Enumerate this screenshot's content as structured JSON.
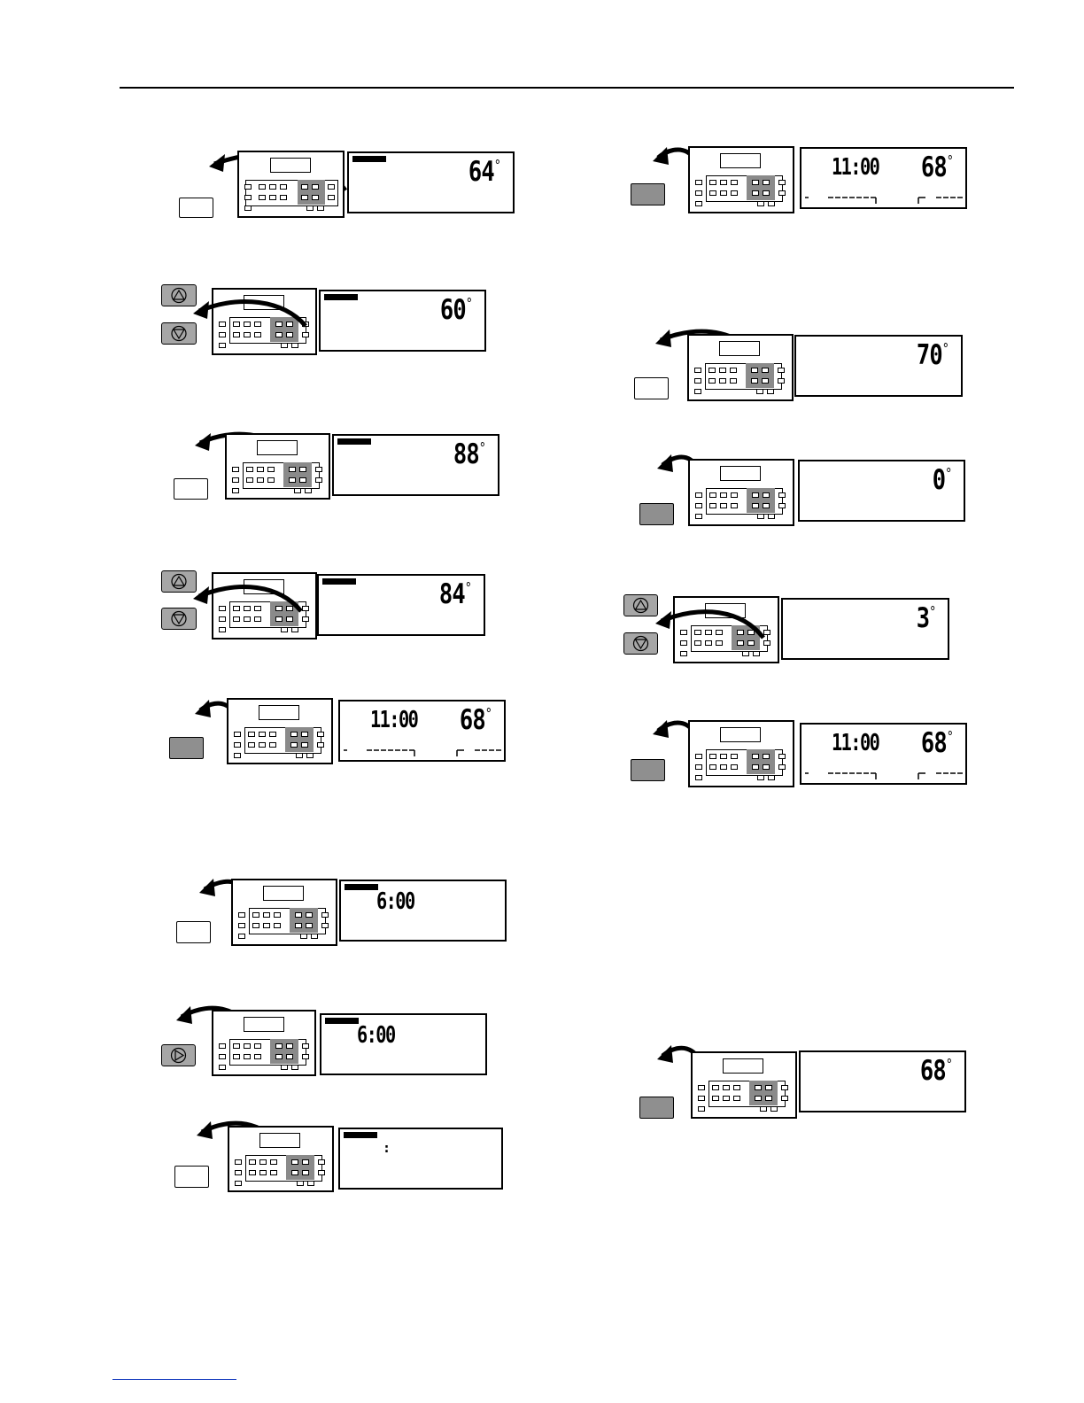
{
  "page": {
    "background": "#ffffff",
    "rule_color": "#000000",
    "link_color": "#1a3fbf"
  },
  "steps_left": [
    {
      "key_style": "blank",
      "display_badge": true,
      "display_time": "",
      "display_temp": "64",
      "timeline": false
    },
    {
      "key_style": "up-down",
      "display_badge": true,
      "display_time": "",
      "display_temp": "60",
      "timeline": false
    },
    {
      "key_style": "blank",
      "display_badge": true,
      "display_time": "",
      "display_temp": "88",
      "timeline": false
    },
    {
      "key_style": "up-down",
      "display_badge": true,
      "display_time": "",
      "display_temp": "84",
      "timeline": false
    },
    {
      "key_style": "gray",
      "display_badge": false,
      "display_time": "11:00",
      "display_temp": "68",
      "timeline": true
    },
    {
      "key_style": "blank",
      "display_badge": true,
      "display_time": "6:00",
      "display_temp": "",
      "timeline": false
    },
    {
      "key_style": "right",
      "display_badge": true,
      "display_time": "6:00",
      "display_temp": "",
      "timeline": false
    },
    {
      "key_style": "blank",
      "display_badge": true,
      "display_time": ":",
      "display_temp": "",
      "timeline": false
    }
  ],
  "steps_right": [
    {
      "key_style": "gray",
      "display_badge": false,
      "display_time": "11:00",
      "display_temp": "68",
      "timeline": true
    },
    {
      "key_style": "blank",
      "display_badge": false,
      "display_time": "",
      "display_temp": "70",
      "timeline": false
    },
    {
      "key_style": "gray",
      "display_badge": false,
      "display_time": "",
      "display_temp": "0",
      "timeline": false
    },
    {
      "key_style": "up-down",
      "display_badge": false,
      "display_time": "",
      "display_temp": "3",
      "timeline": false
    },
    {
      "key_style": "gray",
      "display_badge": false,
      "display_time": "11:00",
      "display_temp": "68",
      "timeline": true
    },
    {
      "key_style": "gray",
      "display_badge": false,
      "display_time": "",
      "display_temp": "68",
      "timeline": false
    }
  ],
  "icons": {
    "up": "triangle-up-icon",
    "down": "triangle-down-icon",
    "right": "triangle-right-icon",
    "arrow": "curved-arrow-icon"
  }
}
